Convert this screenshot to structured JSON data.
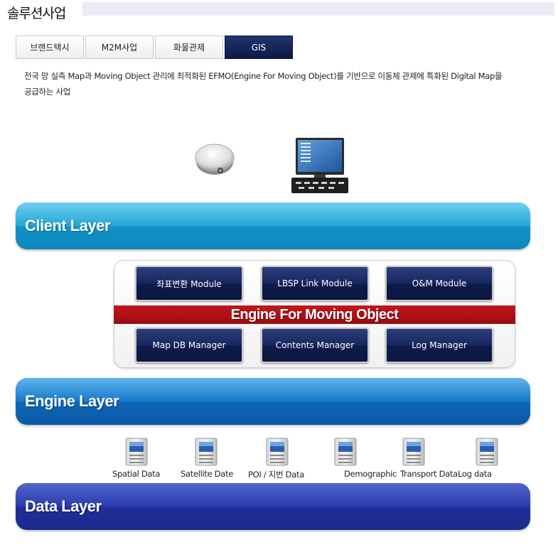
{
  "header": {
    "title": "솔루션사업"
  },
  "tabs": [
    {
      "label": "브랜드택시",
      "active": false
    },
    {
      "label": "M2M사업",
      "active": false
    },
    {
      "label": "화물관제",
      "active": false
    },
    {
      "label": "GIS",
      "active": true
    }
  ],
  "description": {
    "line1": "전국 망 실측 Map과 Moving Object 관리에 최적화된 EFMO(Engine For Moving Object)를 기반으로 이동체 관제에 특화된 Digital Map을",
    "line2": "공급하는 사업"
  },
  "diagram": {
    "client_layer": "Client Layer",
    "engine_layer": "Engine Layer",
    "data_layer": "Data Layer",
    "engine_band": "Engine For Moving Object",
    "modules_top": [
      "좌표변환 Module",
      "LBSP Link Module",
      "O&M Module"
    ],
    "modules_bottom": [
      "Map DB Manager",
      "Contents Manager",
      "Log Manager"
    ],
    "data_sources": [
      "Spatial Data",
      "Satellite Date",
      "POI / 지번 Data",
      "Demographic",
      "Transport Data",
      "Log data"
    ]
  },
  "colors": {
    "tab_active": "#17275e",
    "client_layer": "#1193c7",
    "engine_layer": "#0d66b5",
    "data_layer": "#1f2f99",
    "engine_band": "#b01016",
    "module": "#0e1b4b"
  },
  "icons": {
    "client_devices": [
      "gps-receiver-icon",
      "computer-terminal-icon"
    ],
    "data_source": "database-server-icon"
  }
}
